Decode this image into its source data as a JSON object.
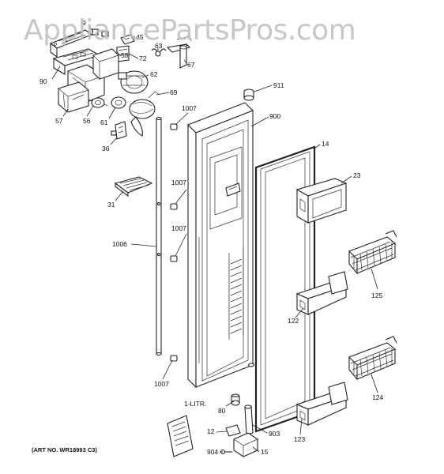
{
  "watermark": "AppliancePartsPros.com",
  "caption": "(ART NO. WR18993 C3)",
  "manual_title": "1-LITR.",
  "part_labels": {
    "p9": "9",
    "p58": "58",
    "p45": "45",
    "p63": "63",
    "p72": "72",
    "p67": "67",
    "p90": "90",
    "p62": "62",
    "p911": "911",
    "p69": "69",
    "p57": "57",
    "p56": "56",
    "p61": "61",
    "p1007a": "1007",
    "p900": "900",
    "p36": "36",
    "p14": "14",
    "p23": "23",
    "p1007b": "1007",
    "p31": "31",
    "p1007c": "1007",
    "p1006": "1006",
    "p125": "125",
    "p122": "122",
    "p124": "124",
    "p1007d": "1007",
    "p80": "80",
    "p12": "12",
    "p903": "903",
    "p123": "123",
    "p904": "904",
    "p15": "15"
  }
}
